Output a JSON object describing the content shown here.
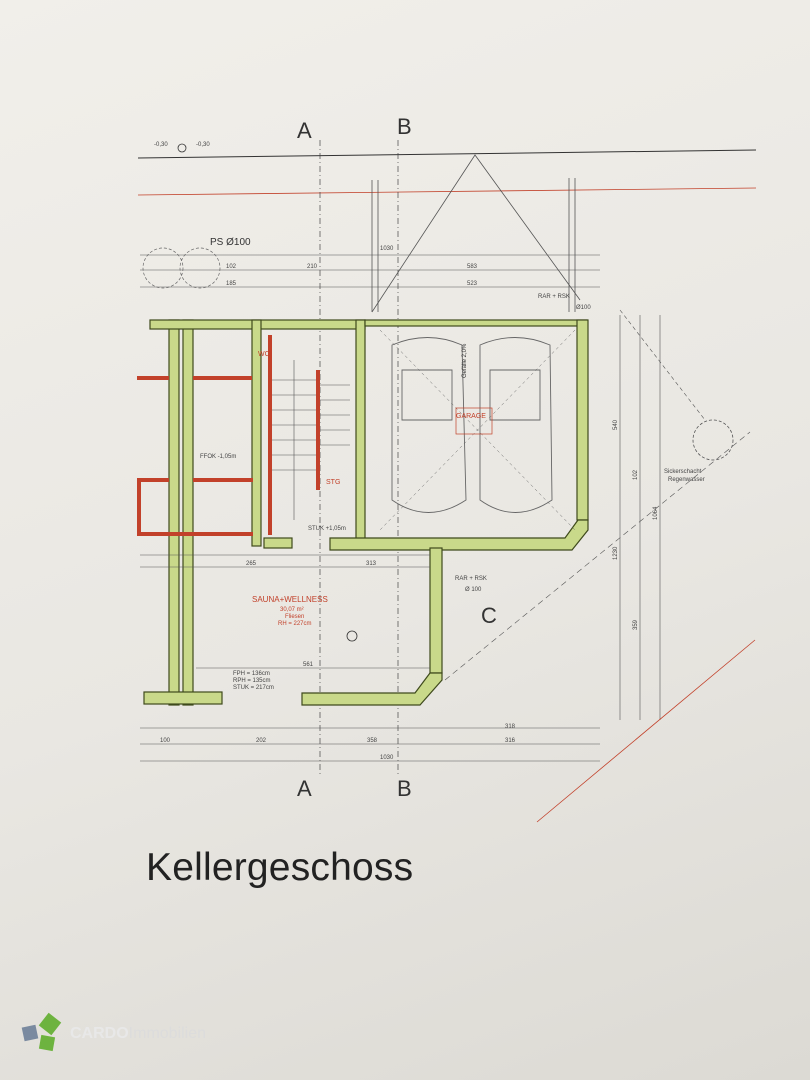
{
  "title": "Kellergeschoss",
  "sections": {
    "a_top": "A",
    "b_top": "B",
    "a_bottom": "A",
    "b_bottom": "B",
    "c": "C"
  },
  "rooms": {
    "garage": {
      "name": "GARAGE"
    },
    "sauna": {
      "name": "SAUNA+WELLNESS",
      "area": "30,07 m²",
      "floor": "Fliesen",
      "height": "RH = 227cm"
    },
    "wc": {
      "name": "WC"
    },
    "stiege": {
      "name": "STG"
    }
  },
  "labels": {
    "ps": "PS Ø100",
    "rar_top": "RAR + RSK",
    "rar_top_dia": "Ø100",
    "rar_bottom": "RAR + RSK",
    "rar_bottom_dia": "Ø 100",
    "sicker": "Sickerschacht",
    "regen": "Regenwasser",
    "gefaelle": "Gefälle 2,0%",
    "fpfh": "FPH = 136cm",
    "rph": "RPH = 135cm",
    "stuk": "STUK = 217cm",
    "level_left": "-0,30",
    "level_right": "-0,30",
    "fok": "FFOK -1,05m",
    "stuk2": "STUK +1,05m"
  },
  "dims": {
    "top1": "1030",
    "top2": "210",
    "top3": "583",
    "top4": "523",
    "top5": "102",
    "top6": "185",
    "bot1": "1030",
    "bot2": "358",
    "bot3": "318",
    "bot4": "316",
    "bot5": "202",
    "bot6": "100",
    "bot7": "561",
    "bot8": "313",
    "bot9": "265",
    "right1": "540",
    "right2": "102",
    "right3": "1064",
    "right4": "359",
    "right5": "1230"
  },
  "logo": {
    "brand": "CARDO",
    "suffix": "Immobilien"
  }
}
